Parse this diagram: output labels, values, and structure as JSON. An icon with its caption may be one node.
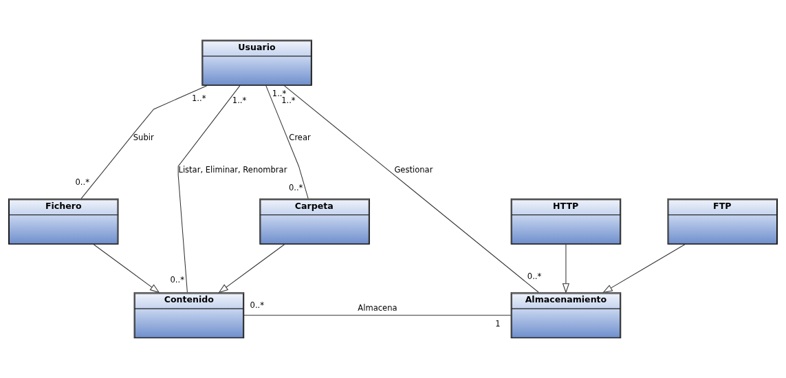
{
  "diagram": {
    "nodes": [
      {
        "text": [
          "Usuario"
        ]
      },
      {
        "text": [
          "Contenido"
        ]
      },
      {
        "text": [
          "Almacenamiento"
        ]
      },
      {
        "text": [
          "Carpeta"
        ]
      },
      {
        "text": [
          "Fichero"
        ]
      },
      {
        "text": [
          "HTTP"
        ]
      },
      {
        "text": [
          "FTP"
        ]
      }
    ],
    "edges": [
      {
        "from": 0,
        "to": 3,
        "arrow": "none",
        "label": "Crear"
      },
      {
        "from": 0,
        "to": 1,
        "arrow": "none",
        "label": "Listar, Eliminar, Renombrar"
      },
      {
        "from": 0,
        "to": 4,
        "arrow": "none",
        "label": "Subir"
      },
      {
        "from": 0,
        "to": 2,
        "arrow": "none",
        "label": "Gestionar"
      },
      {
        "from": 3,
        "to": 1,
        "arrow": "to"
      },
      {
        "from": 4,
        "to": 1,
        "arrow": "to"
      },
      {
        "from": 5,
        "to": 2,
        "arrow": "to"
      },
      {
        "from": 6,
        "to": 2,
        "arrow": "to"
      },
      {
        "from": 1,
        "to": 2,
        "arrow": "none",
        "label": "Almacena"
      }
    ],
    "labels": [
      "1..*",
      "1..*",
      "1..*",
      "1..*",
      "0..*",
      "0..*",
      "0..*",
      "1",
      "0..*",
      "0..*"
    ]
  }
}
